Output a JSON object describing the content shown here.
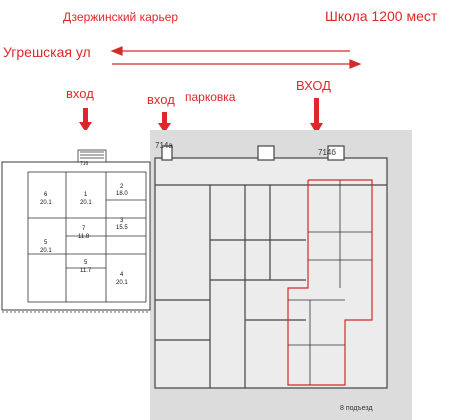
{
  "labels": {
    "quarry": "Дзержинский карьер",
    "school": "Школа 1200 мест",
    "street": "Угрешская ул",
    "entrance_1": "вход",
    "entrance_2": "вход",
    "entrance_3": "ВХОД",
    "parking": "парковка",
    "building_716": "716",
    "building_714a": "714а",
    "building_714b": "714б",
    "entrance_8": "8 подъезд"
  },
  "rooms": [
    {
      "num": "6",
      "area": "20.1"
    },
    {
      "num": "1",
      "area": "20.1"
    },
    {
      "num": "2",
      "area": "18.0"
    },
    {
      "num": "3",
      "area": "15.5"
    },
    {
      "num": "7",
      "area": "11.8"
    },
    {
      "num": "5",
      "area": "20.1"
    },
    {
      "num": "5",
      "area": "11.7"
    },
    {
      "num": "4",
      "area": "20.1"
    }
  ],
  "colors": {
    "accent_red": "#e0262b",
    "street_red": "#d42a2a",
    "plan_gray": "#dcdcdc"
  }
}
